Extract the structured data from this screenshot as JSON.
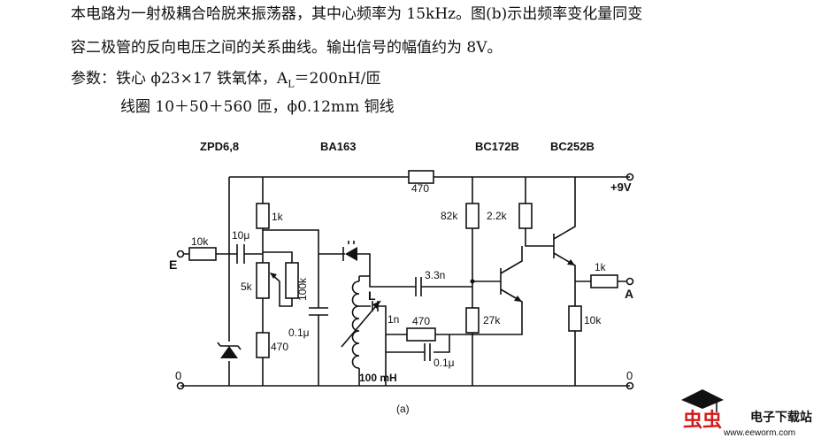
{
  "description": {
    "line1": "本电路为一射极耦合哈脱来振荡器，其中心频率为 15kHz。图(b)示出频率变化量同变",
    "line2": "容二极管的反向电压之间的关系曲线。输出信号的幅值约为 8V。",
    "line3": "参数：铁心 ϕ23×17 铁氧体，A",
    "line3_sub": "L",
    "line3_tail": "＝200nH/匝",
    "line4": "线圈 10＋50＋560 匝，ϕ0.12mm 铜线"
  },
  "circuit": {
    "part_labels": {
      "zener": "ZPD6,8",
      "varicap": "BA163",
      "t1": "BC172B",
      "t2": "BC252B"
    },
    "values": {
      "r_10k_in": "10k",
      "c_10u": "10μ",
      "r_1k_bias": "1k",
      "pot_5k": "5k",
      "r_100k": "100k",
      "r_470_low": "470",
      "c_01u_left": "0.1μ",
      "r_470_top": "470",
      "r_82k": "82k",
      "r_2k2": "2.2k",
      "c_33n": "3.3n",
      "c_1n": "1n",
      "r_470_mid": "470",
      "c_01u_mid": "0.1μ",
      "r_27k": "27k",
      "r_1k_out": "1k",
      "r_10k_out": "10k",
      "inductor_label": "L",
      "inductor_value": "100 mH"
    },
    "terminals": {
      "input": "E",
      "supply": "+9V",
      "output": "A",
      "ground_left": "0",
      "ground_right": "0"
    },
    "caption": "(a)"
  },
  "watermark": {
    "site_name": "电子下载站",
    "url": "www.eeworm.com"
  }
}
